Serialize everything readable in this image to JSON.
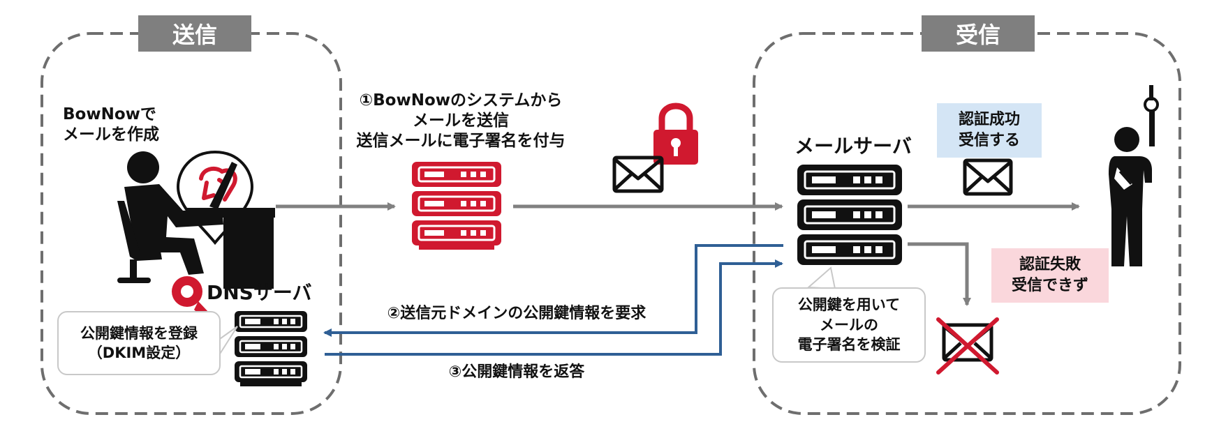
{
  "sections": {
    "send": {
      "label": "送信"
    },
    "receive": {
      "label": "受信"
    }
  },
  "sender": {
    "line1": "BowNowで",
    "line2": "メールを作成"
  },
  "step1": {
    "line1": "①BowNowのシステムから",
    "line2": "メールを送信",
    "line3": "送信メールに電子署名を付与"
  },
  "dns": {
    "title": "DNSサーバ",
    "bubble_line1": "公開鍵情報を登録",
    "bubble_line2": "（DKIM設定）"
  },
  "step2": {
    "label": "②送信元ドメインの公開鍵情報を要求"
  },
  "step3": {
    "label": "③公開鍵情報を返答"
  },
  "mail_server": {
    "title": "メールサーバ",
    "bubble_line1": "公開鍵を用いて",
    "bubble_line2": "メールの",
    "bubble_line3": "電子署名を検証"
  },
  "success": {
    "line1": "認証成功",
    "line2": "受信する"
  },
  "failure": {
    "line1": "認証失敗",
    "line2": "受信できず"
  },
  "colors": {
    "accent_red": "#d0192f",
    "dark": "#111111",
    "tag_gray": "#7f7f7f",
    "arrow_gray": "#808080",
    "arrow_blue": "#2f5f95",
    "success_bg": "#d4e5f5",
    "failure_bg": "#fad7dc",
    "dashed_border": "#6e6e6e"
  }
}
